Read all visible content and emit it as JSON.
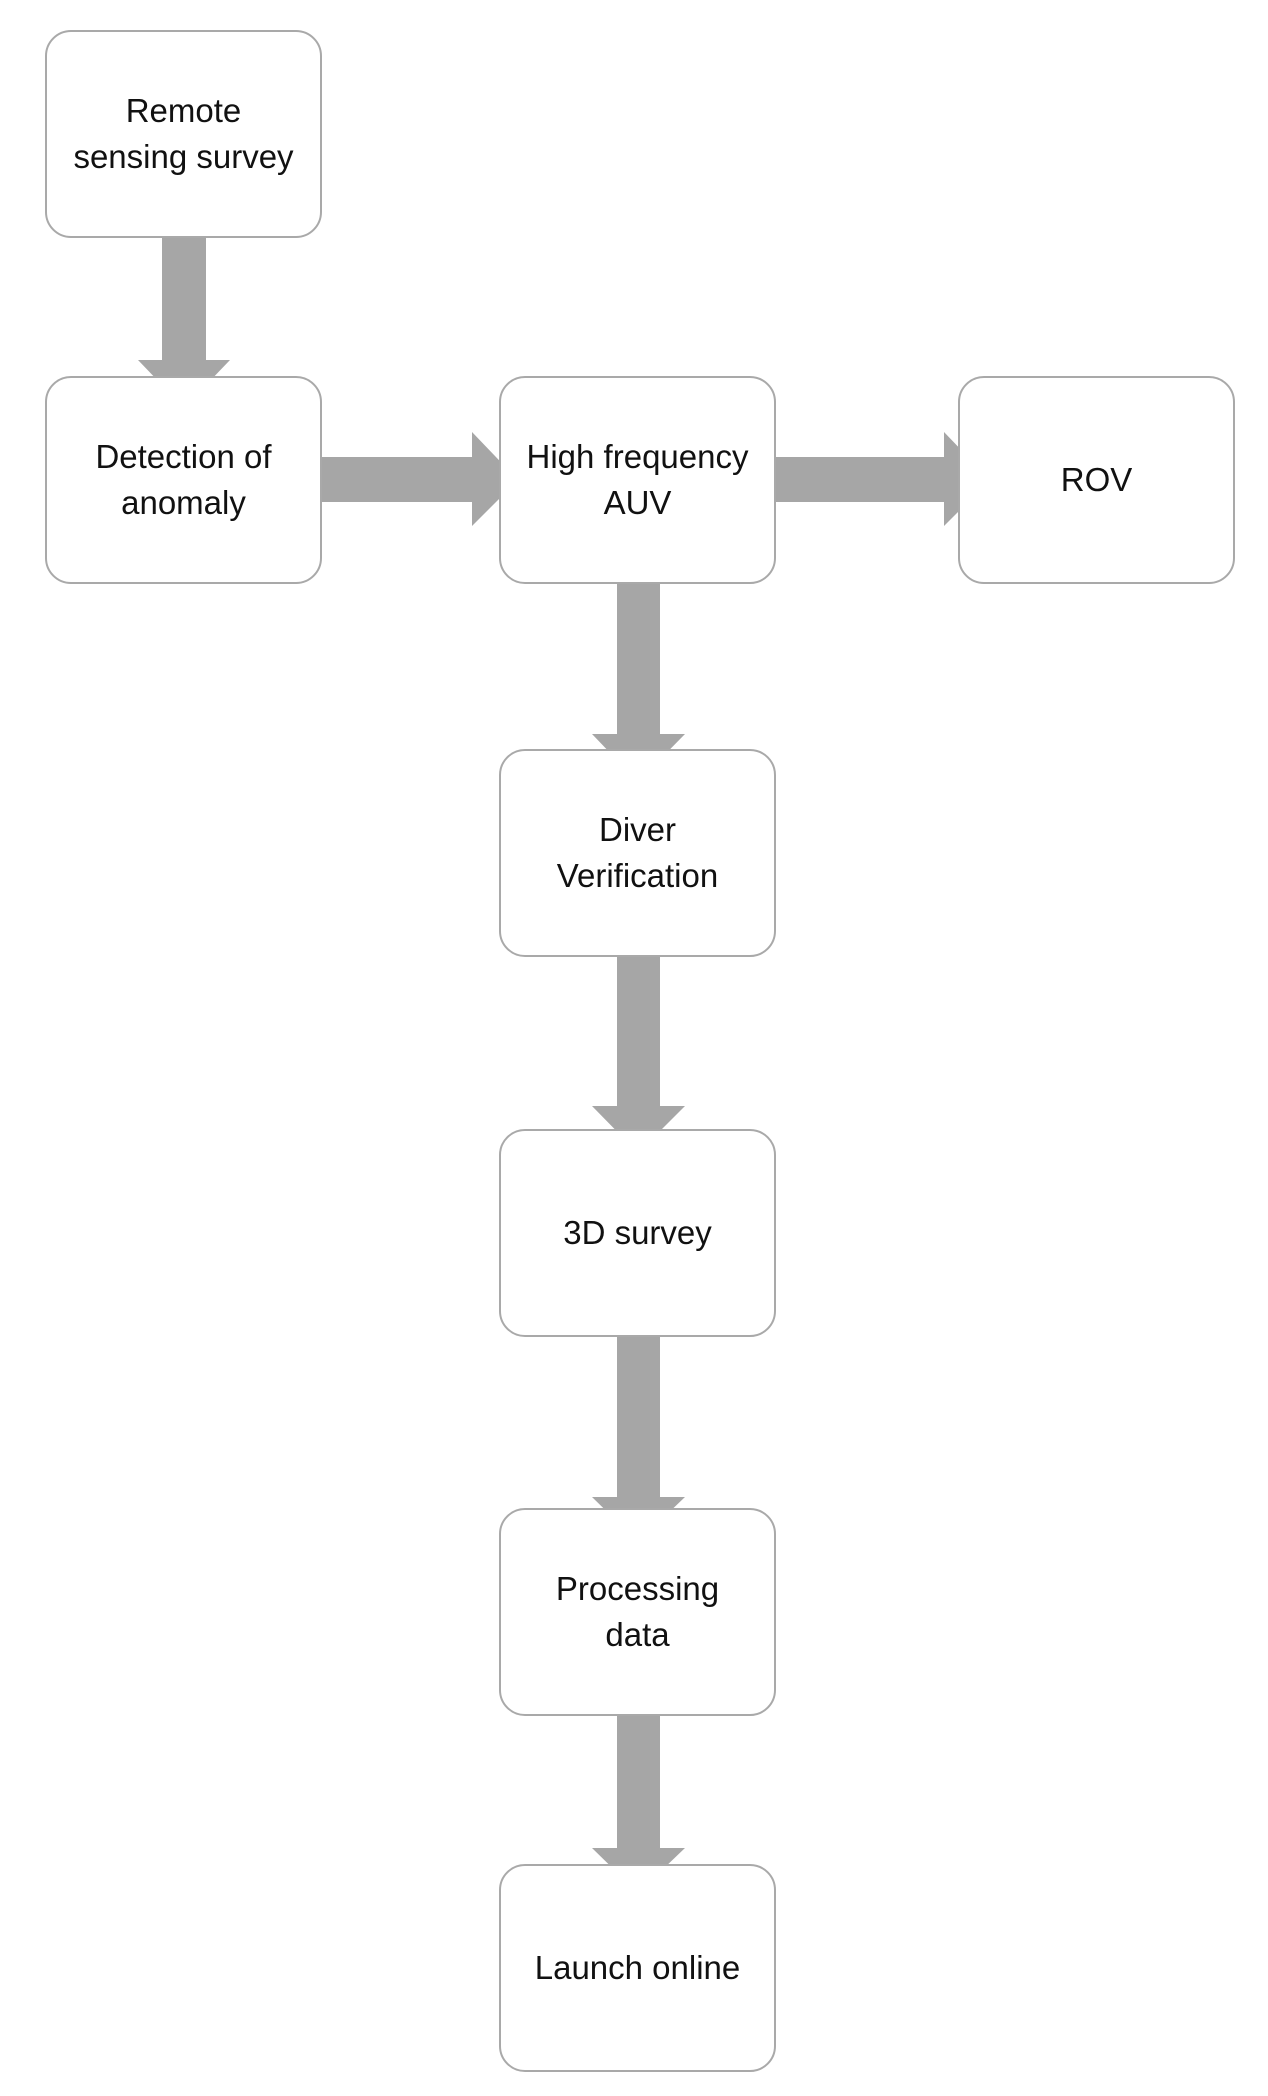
{
  "nodes": {
    "remote_sensing": {
      "label": "Remote\nsensing survey"
    },
    "detection": {
      "label": "Detection of\nanomaly"
    },
    "high_frequency": {
      "label": "High frequency\nAUV"
    },
    "rov": {
      "label": "ROV"
    },
    "diver": {
      "label": "Diver\nVerification"
    },
    "survey_3d": {
      "label": "3D survey"
    },
    "processing": {
      "label": "Processing\ndata"
    },
    "launch": {
      "label": "Launch online"
    }
  },
  "edges": [
    {
      "from": "remote_sensing",
      "to": "detection"
    },
    {
      "from": "detection",
      "to": "high_frequency"
    },
    {
      "from": "high_frequency",
      "to": "rov"
    },
    {
      "from": "high_frequency",
      "to": "diver"
    },
    {
      "from": "diver",
      "to": "survey_3d"
    },
    {
      "from": "survey_3d",
      "to": "processing"
    },
    {
      "from": "processing",
      "to": "launch"
    }
  ],
  "colors": {
    "arrow": "#a6a6a6",
    "node_border": "#a9a9a9",
    "node_fill": "#ffffff",
    "text": "#111111"
  }
}
